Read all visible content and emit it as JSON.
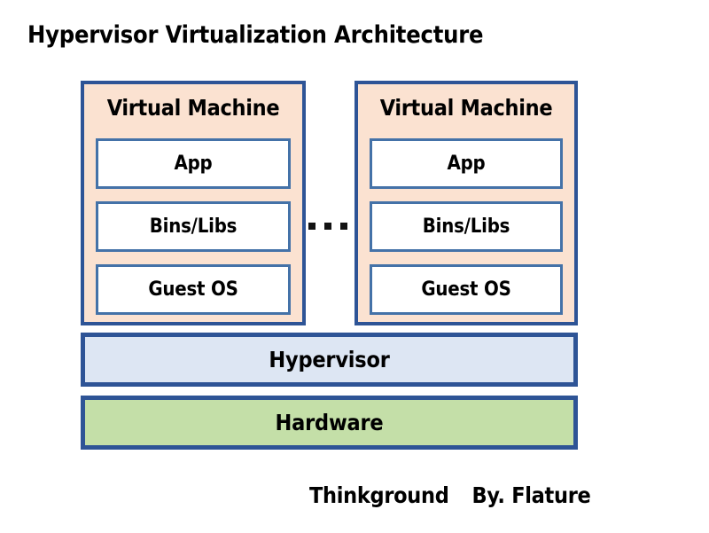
{
  "diagram": {
    "title": "Hypervisor Virtualization Architecture",
    "type": "layered-architecture-stack",
    "background_color": "#FFFFFF",
    "border_color": "#2E5496",
    "inner_border_color": "#4472A8",
    "vm_fill_color": "#FBE2D1",
    "layer_fill_color": "#FFFFFF",
    "hypervisor_fill_color": "#DDE6F3",
    "hardware_fill_color": "#C4DFA8",
    "text_color": "#000000"
  },
  "virtual_machines": [
    {
      "title": "Virtual Machine",
      "layers": [
        {
          "label": "App"
        },
        {
          "label": "Bins/Libs"
        },
        {
          "label": "Guest OS"
        }
      ]
    },
    {
      "title": "Virtual Machine",
      "layers": [
        {
          "label": "App"
        },
        {
          "label": "Bins/Libs"
        },
        {
          "label": "Guest OS"
        }
      ]
    }
  ],
  "ellipsis": {
    "dot_count": 3,
    "meaning": "additional virtual machines"
  },
  "stack": [
    {
      "label": "Hypervisor",
      "fill": "#DDE6F3"
    },
    {
      "label": "Hardware",
      "fill": "#C4DFA8"
    }
  ],
  "footer": {
    "brand": "Thinkground",
    "author": "By. Flature"
  }
}
